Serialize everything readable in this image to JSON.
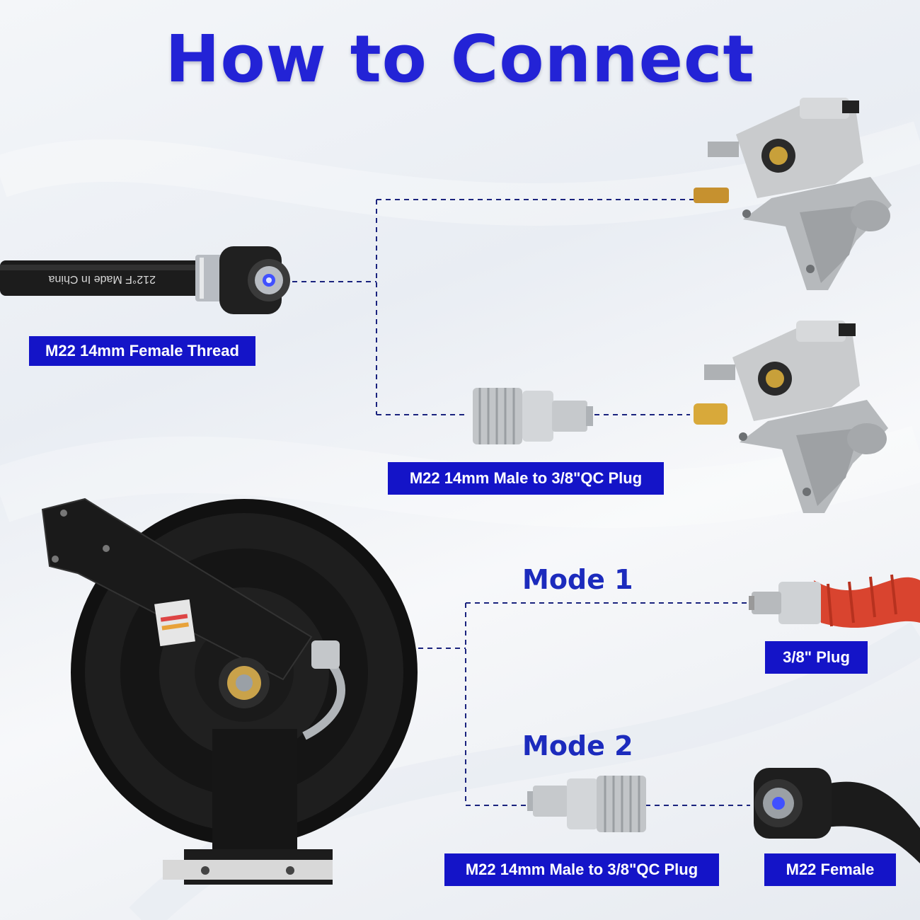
{
  "title": "How to Connect",
  "labels": {
    "female_thread": "M22 14mm Female Thread",
    "adapter_top": "M22 14mm Male to 3/8\"QC Plug",
    "plug": "3/8\" Plug",
    "adapter_bottom": "M22 14mm Male to 3/8\"QC Plug",
    "female": "M22 Female"
  },
  "modes": {
    "mode1": "Mode 1",
    "mode2": "Mode 2"
  },
  "hose_print": "212°F Made In China",
  "colors": {
    "title": "#2323d6",
    "label_bg": "#1414c8",
    "label_text": "#ffffff",
    "mode_text": "#1c2bbd",
    "connector_line": "#1a237e"
  },
  "icons": {
    "hose": "hose-end-icon",
    "pump": "pressure-washer-pump-icon",
    "adapter": "qc-adapter-icon",
    "reel": "hose-reel-icon",
    "plug": "red-hose-plug-icon",
    "female": "m22-female-hose-icon"
  }
}
